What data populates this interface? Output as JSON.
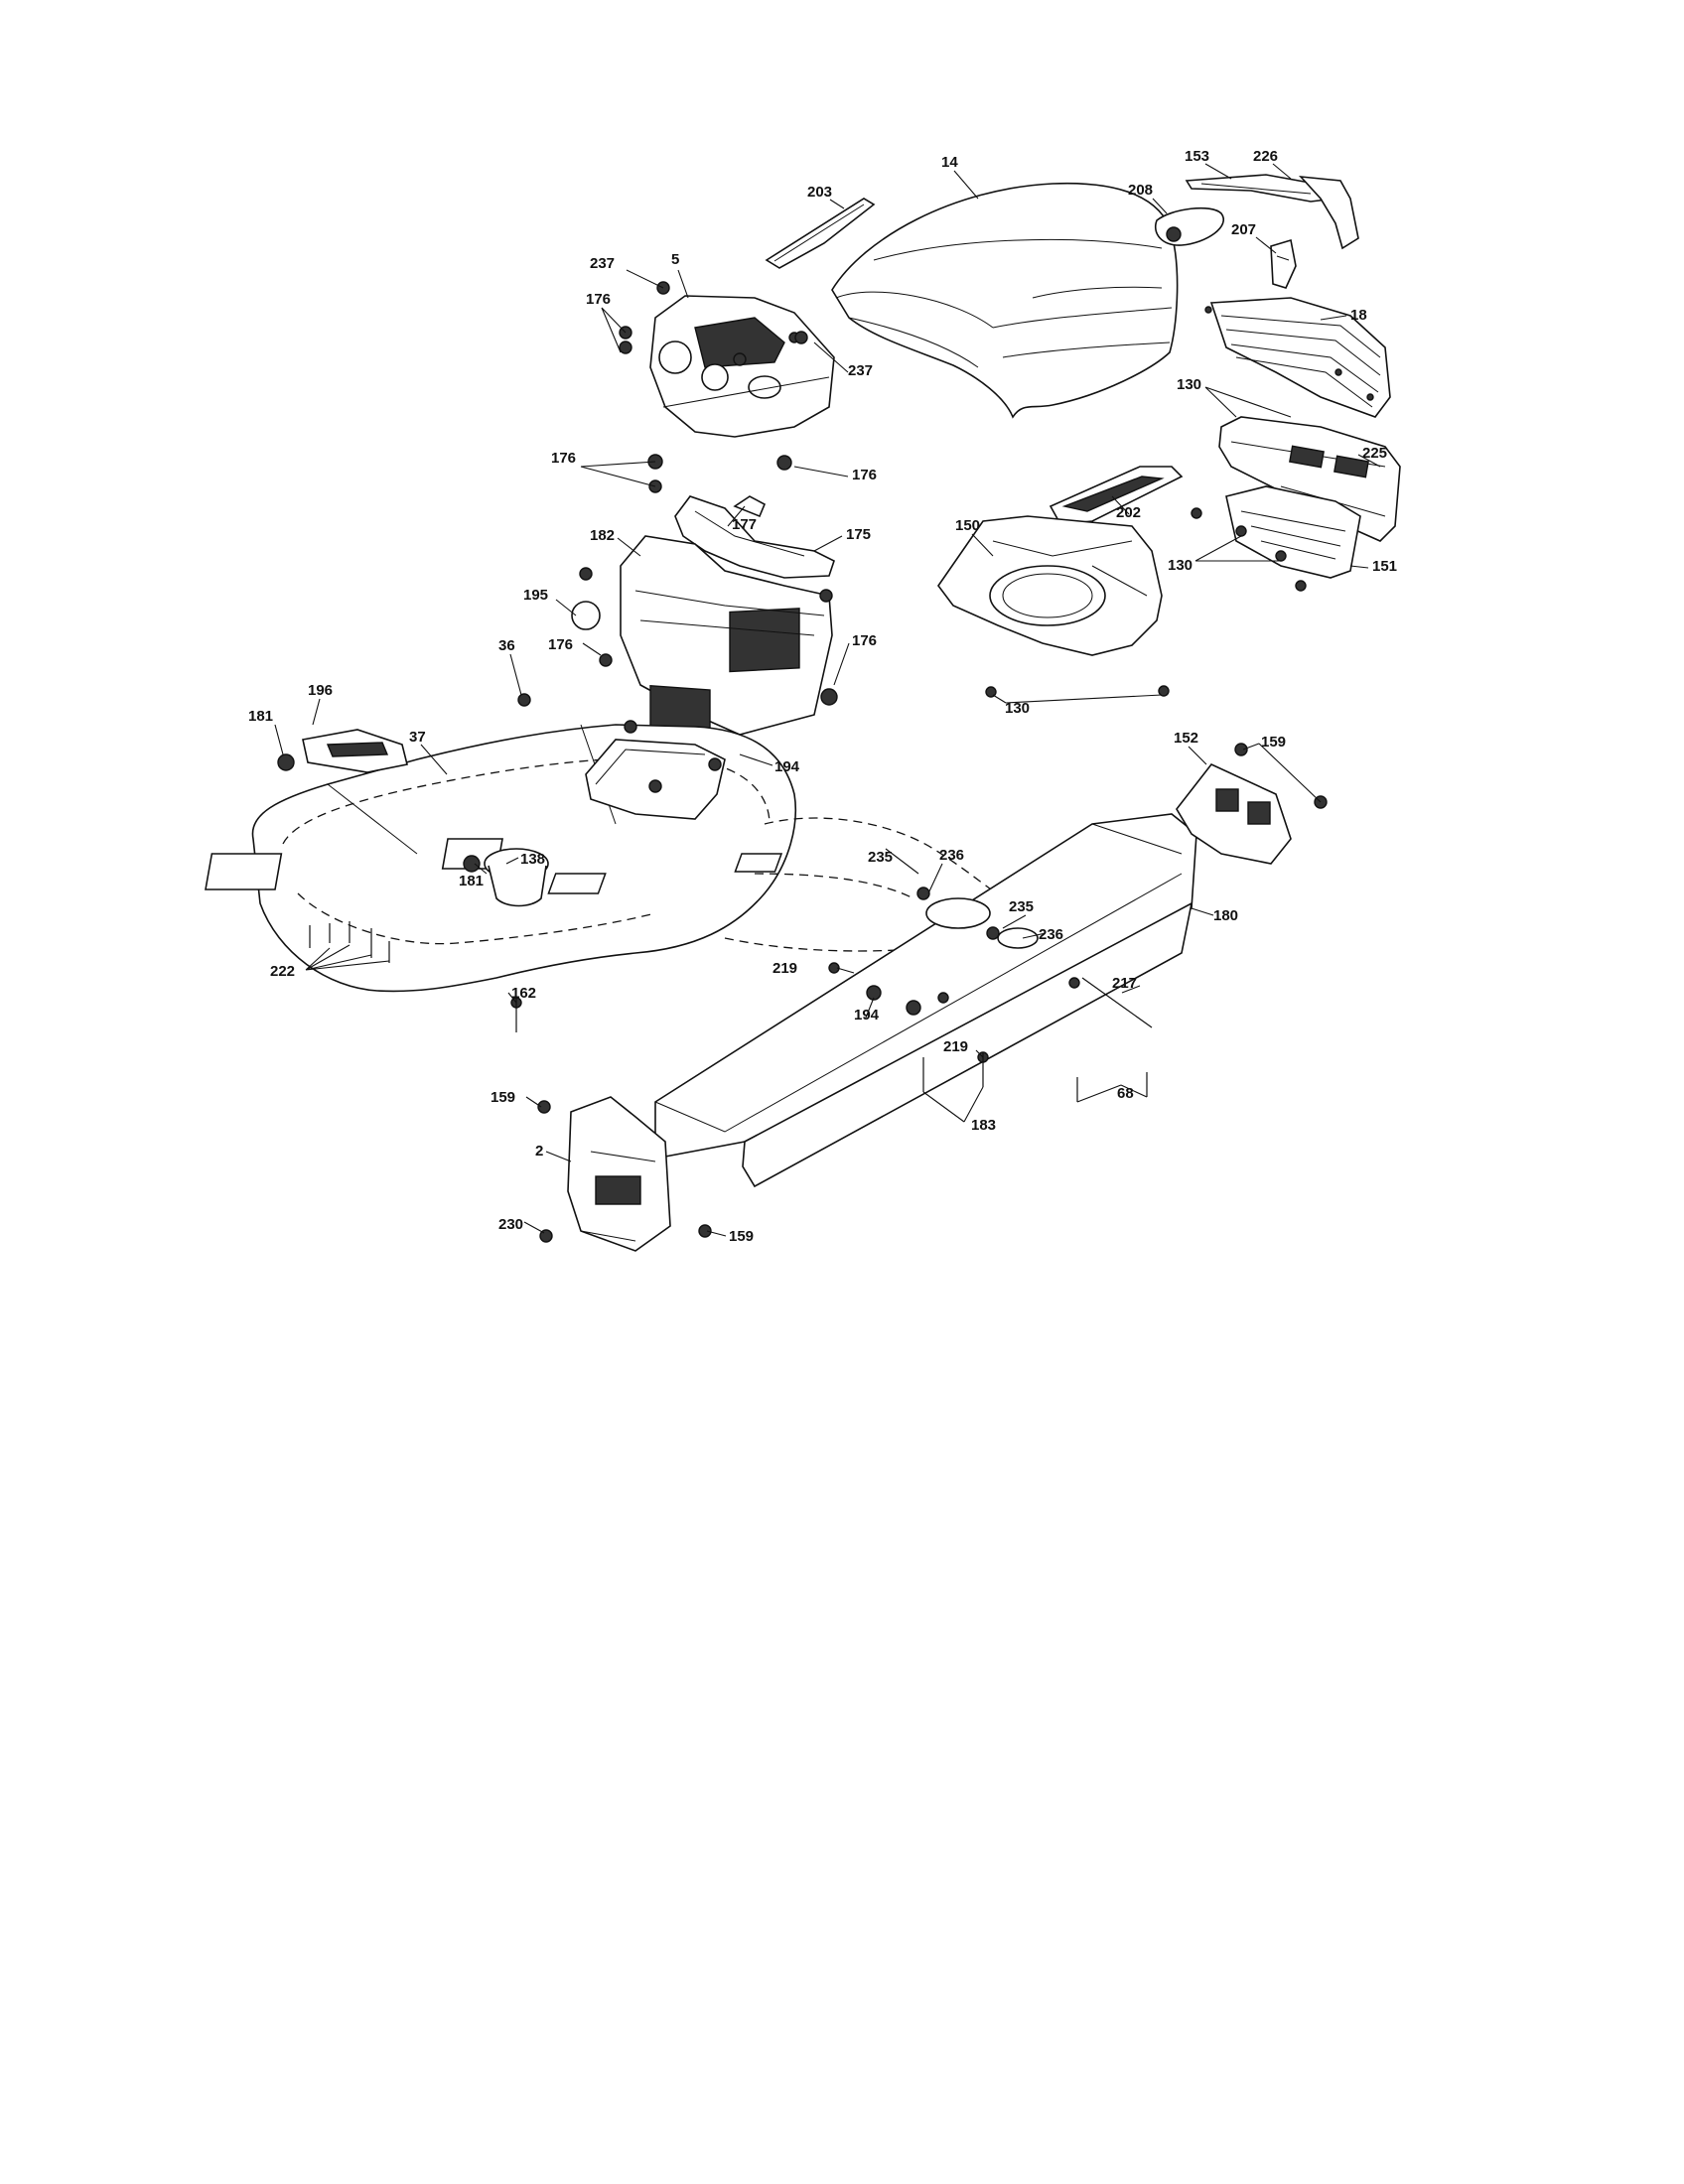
{
  "diagram": {
    "labels": {
      "l14": "14",
      "l203": "203",
      "l153": "153",
      "l226": "226",
      "l208": "208",
      "l207": "207",
      "l237a": "237",
      "l5": "5",
      "l176a": "176",
      "l237b": "237",
      "l18": "18",
      "l130a": "130",
      "l176b": "176",
      "l176c": "176",
      "l177": "177",
      "l182": "182",
      "l175": "175",
      "l225": "225",
      "l202": "202",
      "l150": "150",
      "l130b": "130",
      "l151": "151",
      "l195": "195",
      "l176d": "176",
      "l176e": "176",
      "l36": "36",
      "l196": "196",
      "l181a": "181",
      "l37": "37",
      "l194a": "194",
      "l130c": "130",
      "l152": "152",
      "l159a": "159",
      "l236a": "236",
      "l235a": "235",
      "l181b": "181",
      "l138": "138",
      "l235b": "235",
      "l236b": "236",
      "l180": "180",
      "l222": "222",
      "l162": "162",
      "l219a": "219",
      "l194b": "194",
      "l217": "217",
      "l219b": "219",
      "l183": "183",
      "l68": "68",
      "l159b": "159",
      "l2": "2",
      "l230": "230",
      "l159c": "159"
    }
  }
}
